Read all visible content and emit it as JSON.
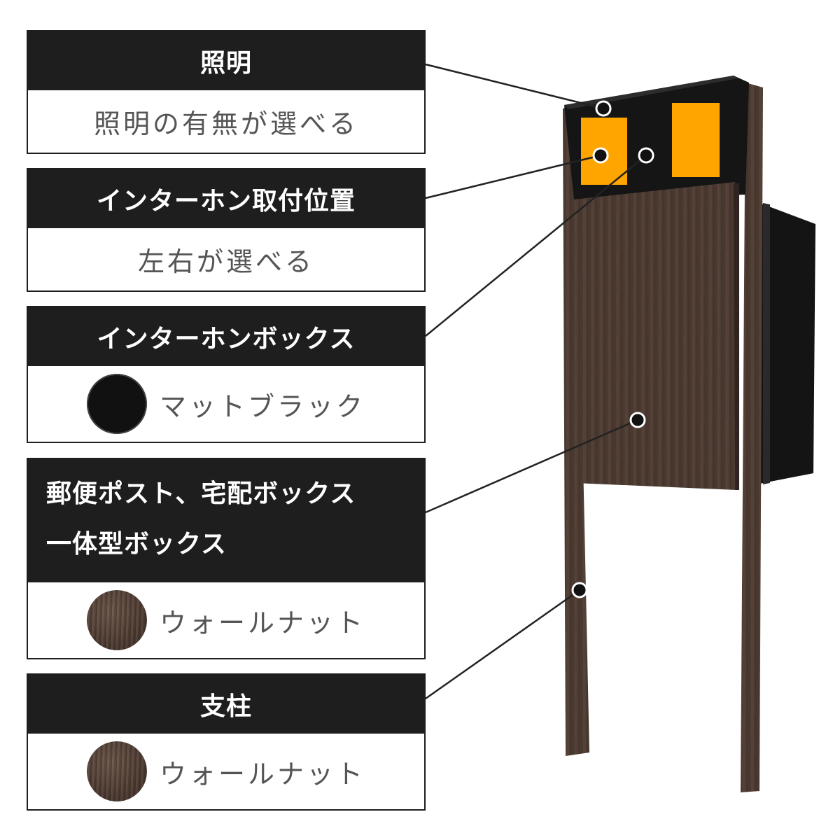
{
  "labels": [
    {
      "id": "lighting",
      "title": "照明",
      "body": "照明の有無が選べる"
    },
    {
      "id": "intercom-position",
      "title": "インターホン取付位置",
      "body": "左右が選べる"
    },
    {
      "id": "intercom-box",
      "title": "インターホンボックス",
      "body": "マットブラック",
      "swatch_color": "#111111"
    },
    {
      "id": "mailbox",
      "title_line1": "郵便ポスト、宅配ボックス",
      "title_line2": "一体型ボックス",
      "body": "ウォールナット",
      "swatch_color": "#4a382f"
    },
    {
      "id": "post",
      "title": "支柱",
      "body": "ウォールナット",
      "swatch_color": "#4a382f"
    }
  ],
  "colors": {
    "header_bg": "#1e1e1e",
    "wood": "#4b3a32",
    "matte_black": "#111111",
    "light_panel": "#ffa500"
  }
}
